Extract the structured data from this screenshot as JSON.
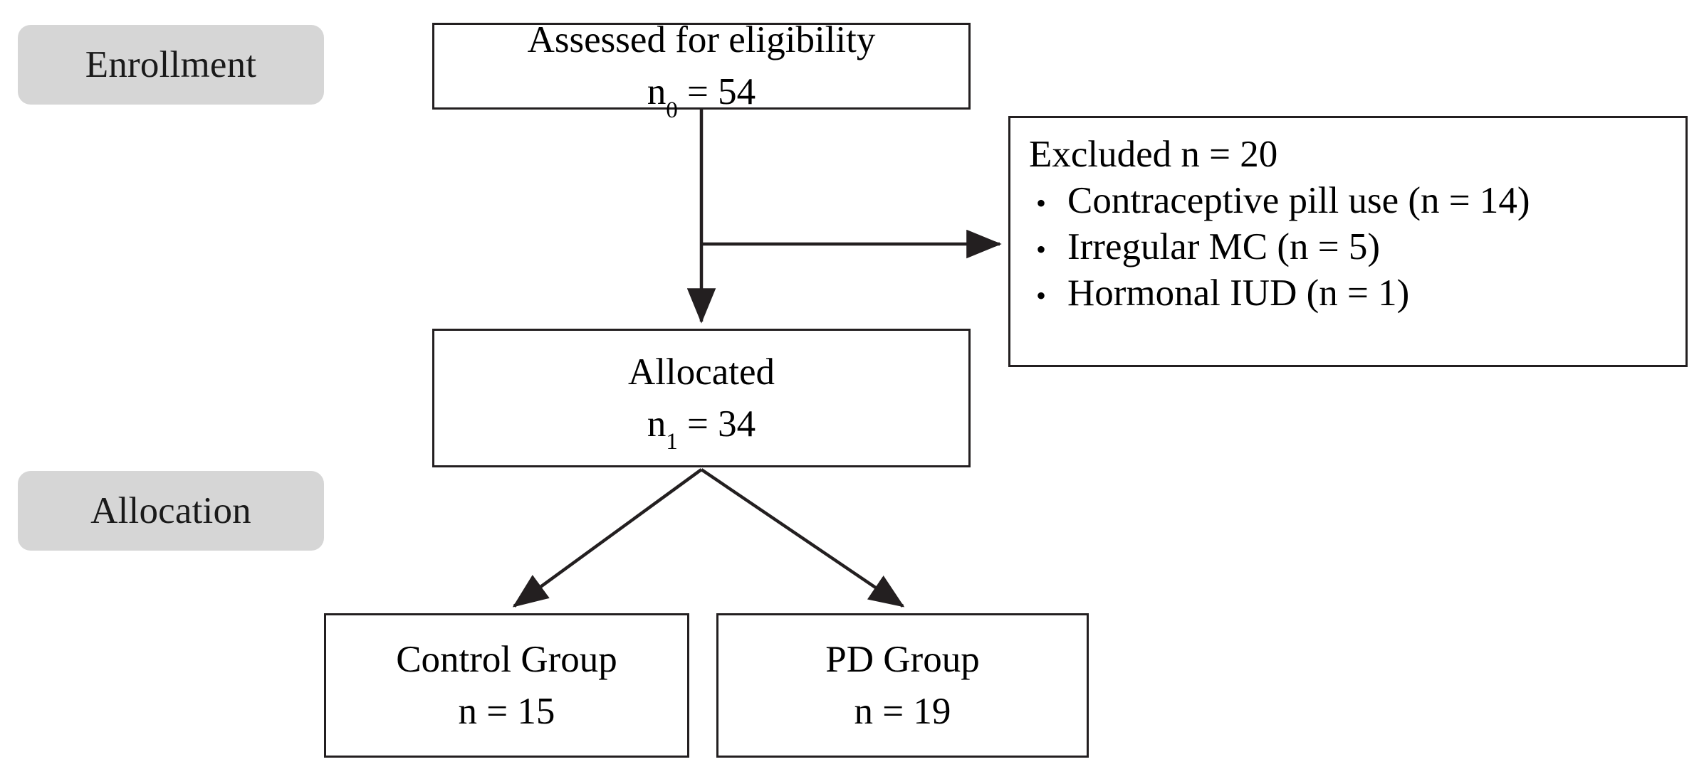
{
  "diagram": {
    "type": "consort-flow-diagram",
    "background_color": "#ffffff",
    "box_border_color": "#231f20",
    "stage_label_fill": "#d6d6d6",
    "text_color": "#000000"
  },
  "stages": [
    {
      "key": "enrollment",
      "label": "Enrollment"
    },
    {
      "key": "allocation",
      "label": "Allocation"
    }
  ],
  "nodes": {
    "assessed": {
      "title": "Assessed for eligibility",
      "count_prefix": "n",
      "count_subscript": "0",
      "count_eq": " = ",
      "count_value": "54",
      "count_text": "n0 = 54"
    },
    "excluded": {
      "heading": "Excluded n = 20",
      "bullet_glyph": "•",
      "items": [
        "Contraceptive pill use (n = 14)",
        "Irregular MC (n = 5)",
        "Hormonal IUD (n = 1)"
      ]
    },
    "allocated": {
      "title": "Allocated",
      "count_prefix": "n",
      "count_subscript": "1",
      "count_eq": " = ",
      "count_value": "34",
      "count_text": "n1 = 34"
    },
    "control": {
      "title": "Control Group",
      "count_text": "n = 15"
    },
    "pd": {
      "title": "PD Group",
      "count_text": "n = 19"
    }
  },
  "edges": [
    {
      "from": "assessed",
      "to": "allocated",
      "style": "straight-arrow-down"
    },
    {
      "from": "assessed",
      "to": "excluded",
      "style": "branch-arrow-right"
    },
    {
      "from": "allocated",
      "to": "control",
      "style": "diagonal-arrow-down-left"
    },
    {
      "from": "allocated",
      "to": "pd",
      "style": "diagonal-arrow-down-right"
    }
  ],
  "chart_data": {
    "type": "table",
    "title": "Participant flow",
    "categories": [
      "Assessed",
      "Excluded",
      "Allocated",
      "Control Group",
      "PD Group"
    ],
    "values": [
      54,
      20,
      34,
      15,
      19
    ],
    "exclusion_reasons": {
      "categories": [
        "Contraceptive pill use",
        "Irregular MC",
        "Hormonal IUD"
      ],
      "values": [
        14,
        5,
        1
      ]
    }
  }
}
